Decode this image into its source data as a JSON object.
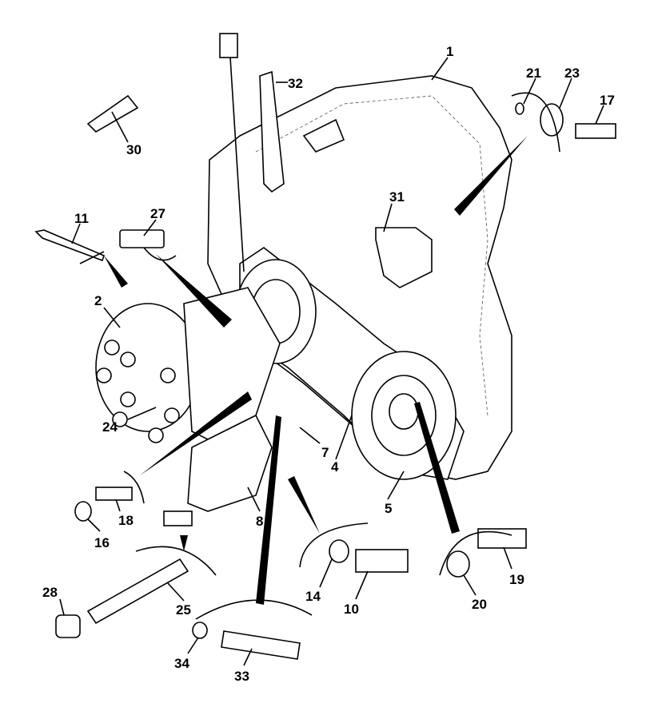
{
  "diagram": {
    "type": "exploded parts diagram",
    "callouts": {
      "c1": "1",
      "c2": "2",
      "c4": "4",
      "c5": "5",
      "c7": "7",
      "c8": "8",
      "c10": "10",
      "c11": "11",
      "c14": "14",
      "c16": "16",
      "c17": "17",
      "c18": "18",
      "c19": "19",
      "c20": "20",
      "c21": "21",
      "c23": "23",
      "c24": "24",
      "c25": "25",
      "c27": "27",
      "c28": "28",
      "c30": "30",
      "c31": "31",
      "c32": "32",
      "c33": "33",
      "c34": "34"
    }
  }
}
